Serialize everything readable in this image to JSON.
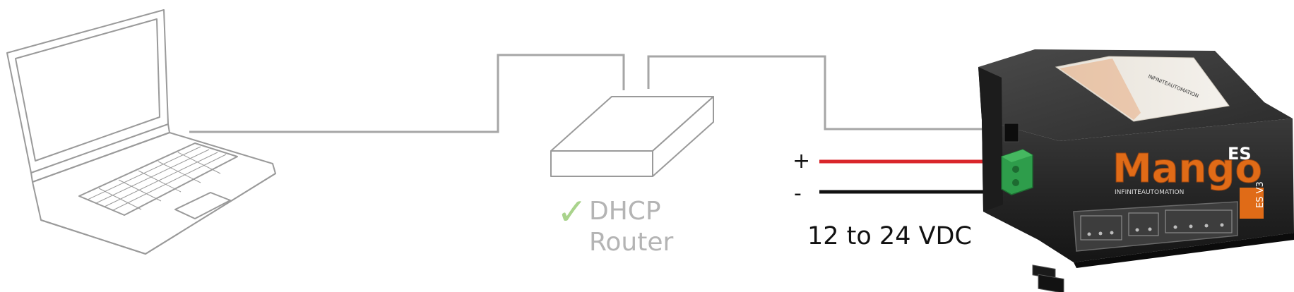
{
  "router": {
    "check_glyph": "✓",
    "line1": "DHCP",
    "line2": "Router"
  },
  "power": {
    "plus": "+",
    "minus": "-",
    "label": "12 to 24 VDC",
    "positive_wire_color": "#d9262b",
    "negative_wire_color": "#111111"
  },
  "device": {
    "brand": "Mango",
    "brand_suffix": "ES",
    "maker": "INFINITEAUTOMATION",
    "side_tag": "ES V3",
    "brand_color": "#e06b17",
    "body_color": "#262626"
  },
  "icons": {
    "laptop": "laptop-icon",
    "router": "router-icon",
    "device": "mango-es-device-icon",
    "check": "check-icon"
  },
  "colors": {
    "cable": "#a6a6a6",
    "outline": "#9a9a9a",
    "check": "#a9d38c",
    "router_text": "#b4b4b4"
  }
}
